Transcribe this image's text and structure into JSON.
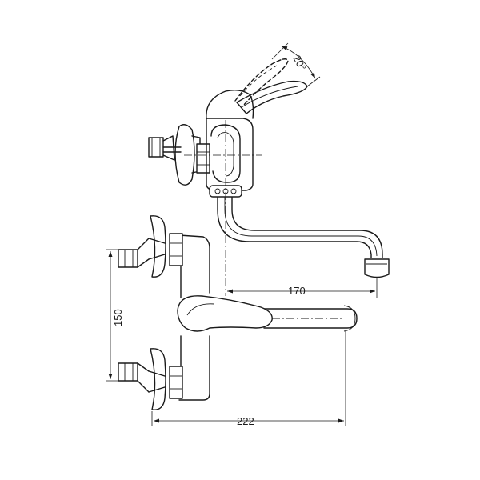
{
  "dimensions": {
    "angle": "20°",
    "spout_reach": "170",
    "inlet_spacing": "150",
    "overall_width": "222"
  },
  "views": [
    "side-view",
    "front-view"
  ]
}
